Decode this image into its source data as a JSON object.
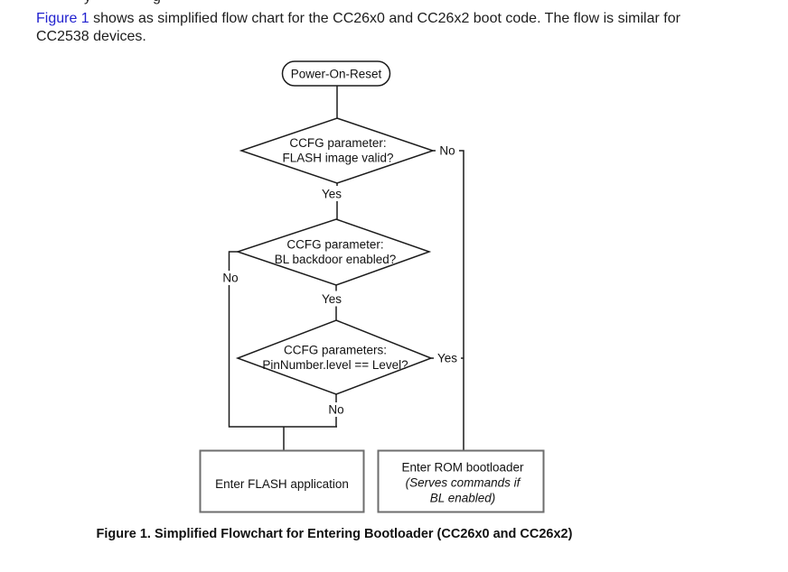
{
  "colors": {
    "link_blue": "#2222cf",
    "flow_line": "#1c1c1c",
    "process_box_border": "#6e6e6e",
    "background": "#ffffff"
  },
  "top_fragment": {
    "f1": "y",
    "f2": "g"
  },
  "paragraph": {
    "link": "Figure 1",
    "rest": " shows as simplified flow chart for the CC26x0 and CC26x2 boot code. The flow is similar for",
    "line2": "CC2538 devices."
  },
  "flowchart": {
    "start": "Power-On-Reset",
    "d1": {
      "line1": "CCFG parameter:",
      "line2": "FLASH image valid?",
      "no": "No",
      "yes": "Yes"
    },
    "d2": {
      "line1": "CCFG parameter:",
      "line2": "BL backdoor enabled?",
      "no": "No",
      "yes": "Yes"
    },
    "d3": {
      "line1": "CCFG parameters:",
      "line2": "PinNumber.level == Level?",
      "yes": "Yes",
      "no": "No"
    },
    "box_flash": {
      "line1": "Enter FLASH application"
    },
    "box_rom": {
      "line1": "Enter ROM bootloader",
      "line2": "(Serves commands if",
      "line3": "BL enabled)"
    }
  },
  "caption": "Figure 1. Simplified Flowchart for Entering Bootloader (CC26x0 and CC26x2)"
}
